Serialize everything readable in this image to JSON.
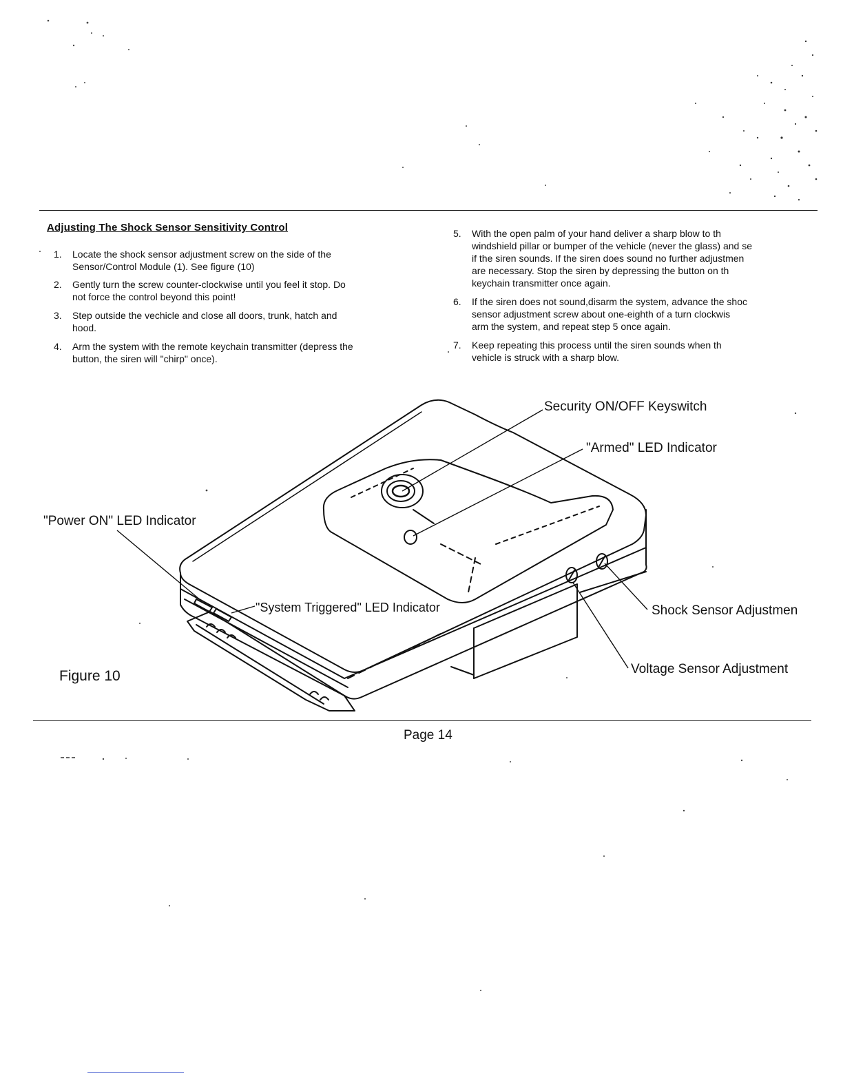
{
  "section": {
    "heading": "Adjusting The Shock Sensor Sensitivity Control"
  },
  "left_steps": [
    {
      "num": "1.",
      "lines": [
        "Locate the shock sensor adjustment screw on the side of the",
        "Sensor/Control Module (1). See figure (10)"
      ]
    },
    {
      "num": "2.",
      "lines": [
        "Gently turn the screw counter-clockwise until you feel it stop. Do",
        "not force the control beyond this point!"
      ]
    },
    {
      "num": "3.",
      "lines": [
        "Step outside the vechicle and close all doors, trunk, hatch and",
        "hood."
      ]
    },
    {
      "num": "4.",
      "lines": [
        "Arm the system with the remote keychain transmitter (depress the",
        "button, the siren will \"chirp\" once)."
      ]
    }
  ],
  "right_steps": [
    {
      "num": "5.",
      "lines": [
        "With the open palm of your hand deliver a sharp blow to th",
        "windshield pillar or bumper of the vehicle (never the glass) and se",
        "if the siren sounds. If the siren does sound no further adjustmen",
        "are necessary. Stop the siren by depressing the button on th",
        "keychain transmitter once again."
      ]
    },
    {
      "num": "6.",
      "lines": [
        "If the siren does not sound,disarm the system, advance the shoc",
        "sensor adjustment screw about one-eighth of a turn clockwis",
        "arm the system, and repeat step 5 once again."
      ]
    },
    {
      "num": "7.",
      "lines": [
        "Keep repeating this process until the siren sounds when th",
        "vehicle is struck with a sharp blow."
      ]
    }
  ],
  "figure": {
    "callouts": {
      "keyswitch": "Security ON/OFF Keyswitch",
      "armed_led": "\"Armed\" LED Indicator",
      "power_led": "\"Power ON\" LED Indicator",
      "triggered_led": "\"System Triggered\" LED Indicator",
      "shock_adjustment": "Shock Sensor Adjustmen",
      "voltage_adjustment": "Voltage Sensor Adjustment"
    },
    "caption": "Figure 10"
  },
  "footer": {
    "page_label": "Page 14"
  }
}
